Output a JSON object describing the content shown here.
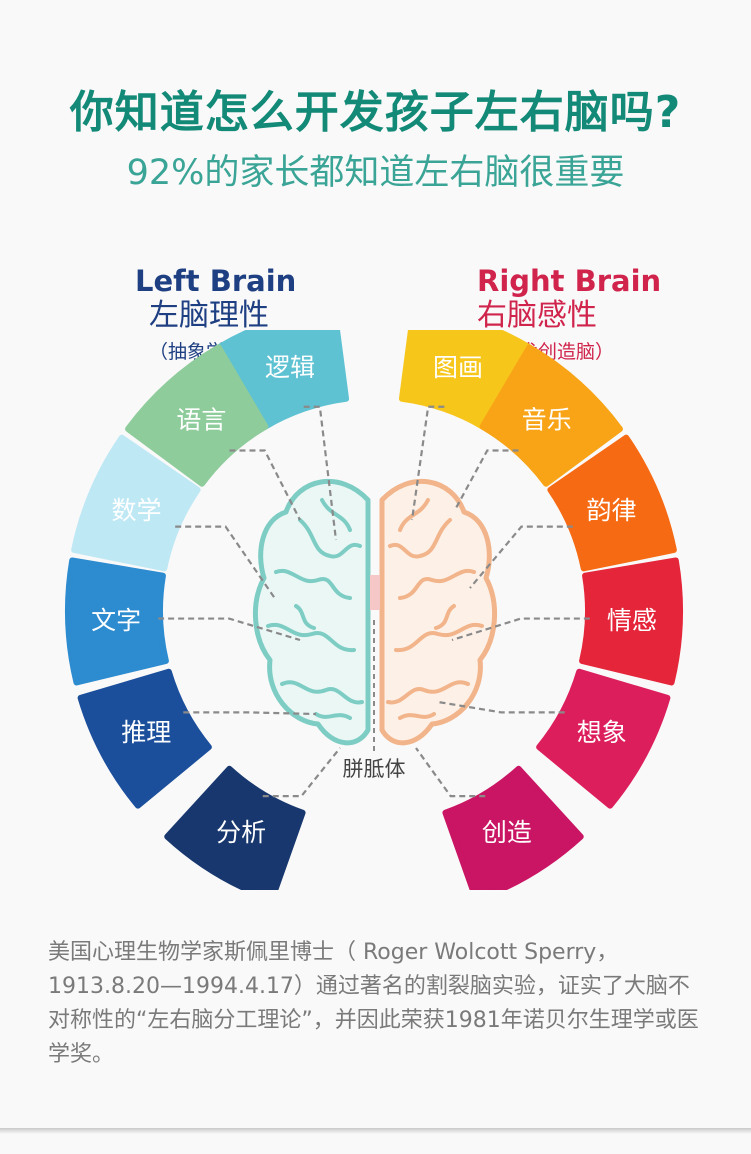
{
  "header": {
    "title": "你知道怎么开发孩子左右脑吗?",
    "subtitle": "92%的家长都知道左右脑很重要"
  },
  "left": {
    "en": "Left Brain",
    "cn": "左脑理性",
    "sub": "（抽象学术脑）",
    "segments": [
      {
        "label": "逻辑",
        "color": "#5ec2d2"
      },
      {
        "label": "语言",
        "color": "#8fcc9c"
      },
      {
        "label": "数学",
        "color": "#bfe8f5"
      },
      {
        "label": "文字",
        "color": "#2d8bd0"
      },
      {
        "label": "推理",
        "color": "#1b4f9c"
      },
      {
        "label": "分析",
        "color": "#17376e"
      }
    ]
  },
  "right": {
    "en": "Right Brain",
    "cn": "右脑感性",
    "sub": "（艺术创造脑）",
    "segments": [
      {
        "label": "图画",
        "color": "#f7c61b"
      },
      {
        "label": "音乐",
        "color": "#f8a416"
      },
      {
        "label": "韵律",
        "color": "#f66a13"
      },
      {
        "label": "情感",
        "color": "#e5253a"
      },
      {
        "label": "想象",
        "color": "#dc1e5c"
      },
      {
        "label": "创造",
        "color": "#c91563"
      }
    ]
  },
  "center": {
    "label": "胼胝体",
    "left_brain_color": "#7ecdc4",
    "right_brain_color": "#f2b48a"
  },
  "caption": "美国心理生物学家斯佩里博士（ Roger Wolcott Sperry，1913.8.20—1994.4.17）通过著名的割裂脑实验，证实了大脑不对称性的“左右脑分工理论”，并因此荣获1981年诺贝尔生理学或医学奖。"
}
